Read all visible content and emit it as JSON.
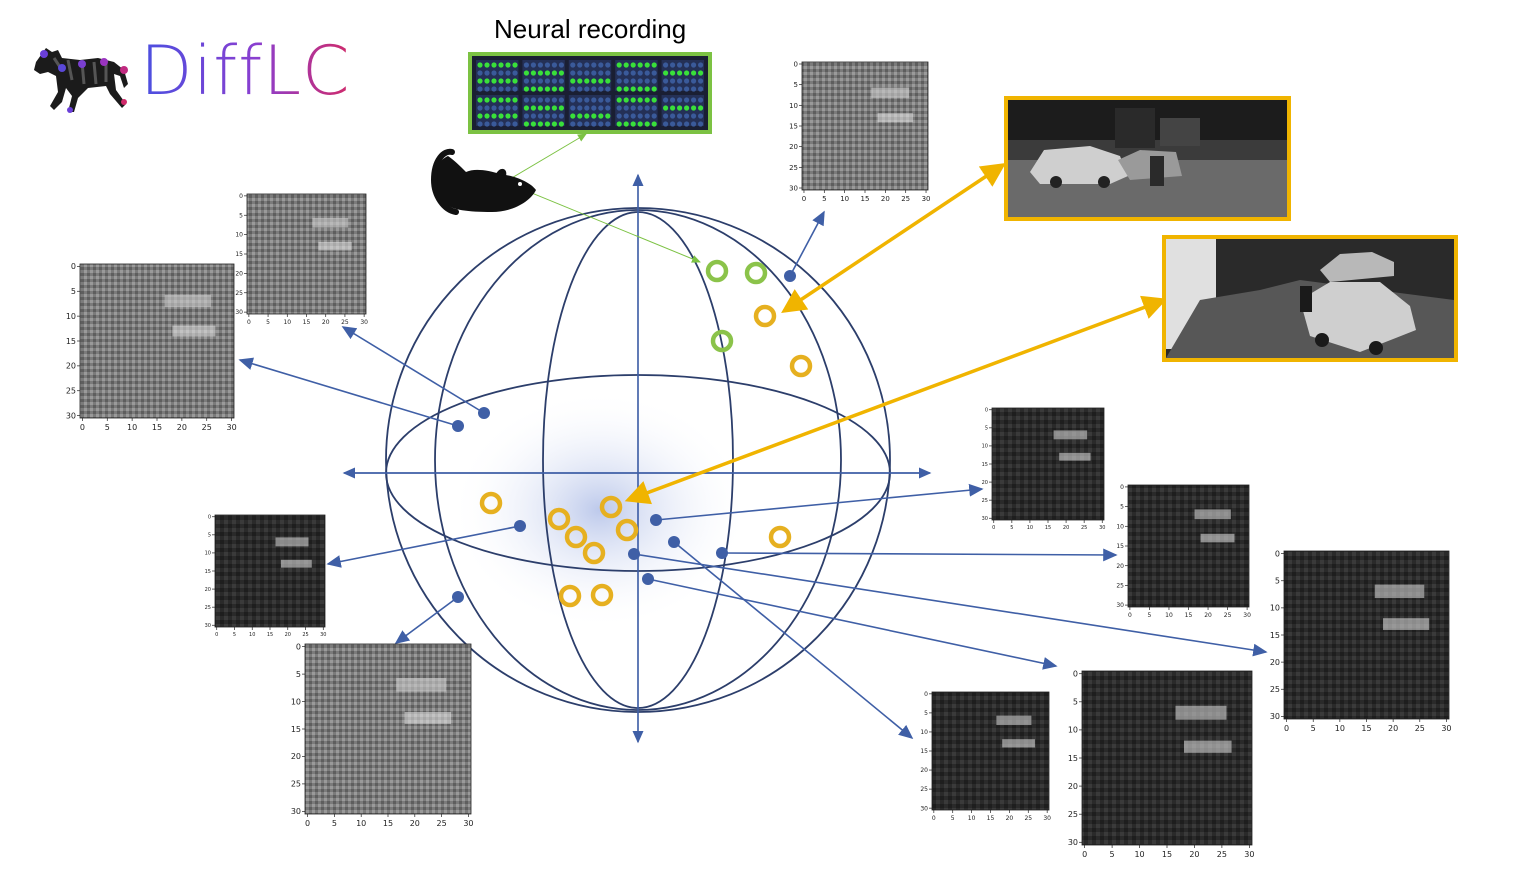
{
  "logo": {
    "text": "DiffLC"
  },
  "neural_recording": {
    "title": "Neural recording"
  },
  "colors": {
    "axis": "#3f5fa6",
    "sphere": "#2c3e6b",
    "latent_point": "#3f5fa6",
    "recorded_ring": "#8bc34a",
    "video_ring": "#e6b020",
    "video_frame_border": "#f0b400",
    "neural_border": "#7cc243"
  },
  "plots": {
    "ticks_big": [
      "0",
      "5",
      "10",
      "15",
      "20",
      "25",
      "30"
    ],
    "ticks_small": [
      "0",
      "5",
      "10",
      "15",
      "20",
      "25",
      "30"
    ],
    "ticks_odd": [
      "0",
      "5",
      "10",
      "15",
      "20",
      "25",
      "30"
    ]
  },
  "icons": {
    "mouse": "mouse-icon",
    "zebra": "zebra-logo-icon"
  }
}
